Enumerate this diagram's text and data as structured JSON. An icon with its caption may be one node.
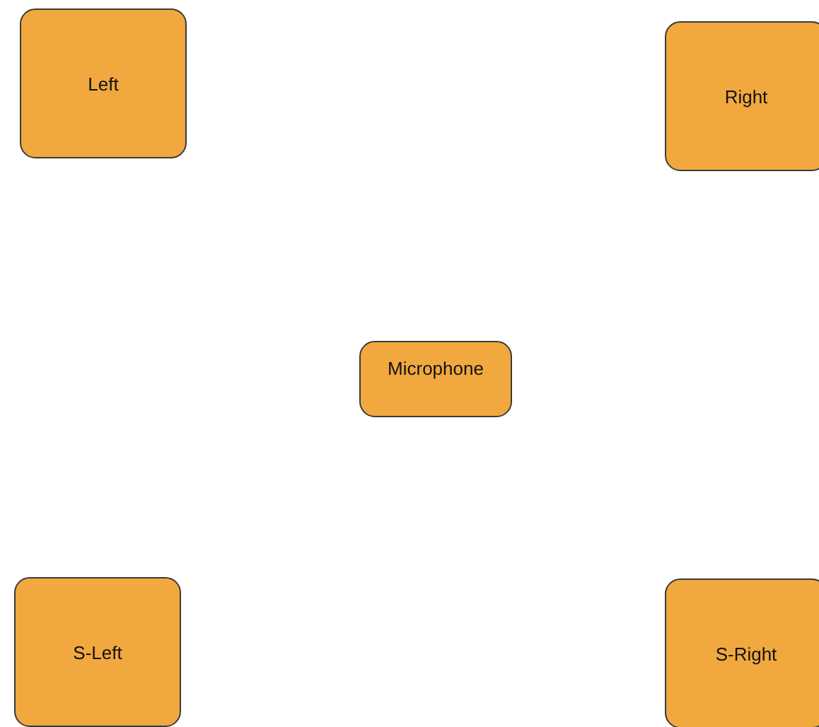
{
  "diagram": {
    "nodes": [
      {
        "text": [
          "Left"
        ]
      },
      {
        "text": [
          "Right"
        ]
      },
      {
        "text": [
          "Microphone"
        ]
      },
      {
        "text": [
          "S-Left"
        ]
      },
      {
        "text": [
          "S-Right"
        ]
      }
    ]
  }
}
